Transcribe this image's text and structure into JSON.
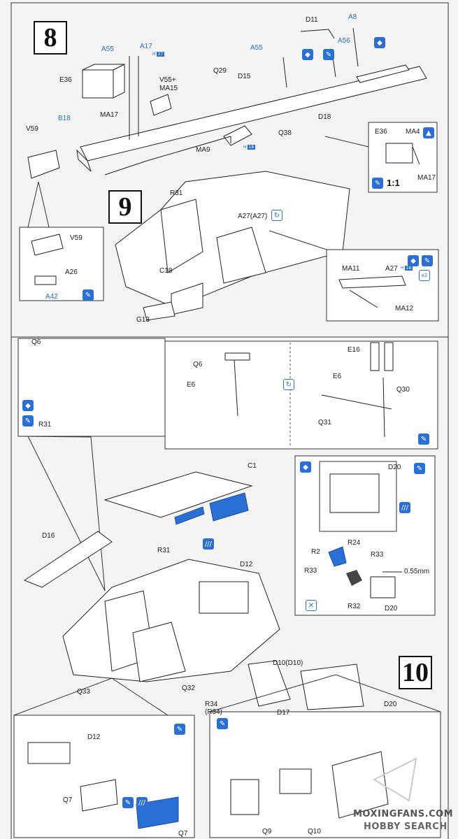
{
  "steps": {
    "s8": "8",
    "s9": "9",
    "s10": "10"
  },
  "labels": {
    "D11": "D11",
    "A8": "A8",
    "A55a": "A55",
    "A17": "A17",
    "A55b": "A55",
    "A56": "A56",
    "E36": "E36",
    "Q29": "Q29",
    "D15": "D15",
    "V55": "V55+",
    "MA15": "MA15",
    "MA17": "MA17",
    "D18": "D18",
    "B18": "B18",
    "Q38": "Q38",
    "V59": "V59",
    "MA9": "MA9",
    "E36b": "E36",
    "MA4": "MA4",
    "MA17b": "MA17",
    "R31": "R31",
    "A27x": "A27(A27)",
    "C18": "C18",
    "G13": "G13",
    "V59b": "V59",
    "A26": "A26",
    "A42": "A42",
    "MA11": "MA11",
    "A27": "A27",
    "MA12": "MA12",
    "Q6": "Q6",
    "R31b": "R31",
    "Q6b": "Q6",
    "E6": "E6",
    "E16": "E16",
    "E6b": "E6",
    "Q30": "Q30",
    "Q31": "Q31",
    "C1": "C1",
    "D16": "D16",
    "R31c": "R31",
    "D12": "D12",
    "D20": "D20",
    "R24": "R24",
    "R2": "R2",
    "R33": "R33",
    "R33b": "R33",
    "R32": "R32",
    "D20b": "D20",
    "dim": "0.55mm",
    "Q33": "Q33",
    "Q32": "Q32",
    "R34": "R34",
    "R34p": "(R34)",
    "D10": "D10(D10)",
    "D17": "D17",
    "D20c": "D20",
    "D12b": "D12",
    "Q7": "Q7",
    "Q7b": "Q7",
    "Q9": "Q9",
    "Q10": "Q10"
  },
  "tags": {
    "h37": "H",
    "n37": "37",
    "h18a": "H",
    "n18a": "18",
    "h18b": "H",
    "n18b": "18"
  },
  "scale": "1:1",
  "x2": "x2",
  "watermark": {
    "site": "MOXINGFANS.COM",
    "brand": "HOBBY SEARCH"
  },
  "icons": [
    "paint-icon",
    "glue-icon",
    "rotate-icon",
    "flip-icon",
    "photo-etch-icon",
    "remove-icon"
  ],
  "colors": {
    "accent": "#2a6fd6",
    "line": "#222222",
    "paper": "#f4f4f4"
  }
}
